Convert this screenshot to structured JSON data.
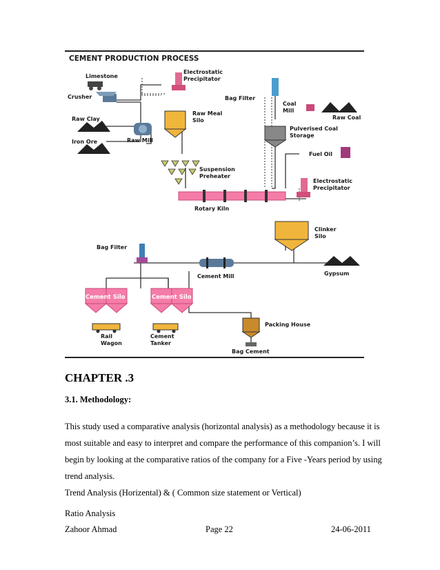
{
  "figure": {
    "title": "CEMENT PRODUCTION PROCESS",
    "labels": {
      "limestone": "Limestone",
      "crusher": "Crusher",
      "raw_clay": "Raw Clay",
      "iron_ore": "Iron Ore",
      "raw_mill": "Raw Mill",
      "esp_top_1": "Electrostatic",
      "esp_top_2": "Precipitator",
      "raw_meal_1": "Raw Meal",
      "raw_meal_2": "Silo",
      "bag_filter_top": "Bag Filter",
      "coal_mill_1": "Coal",
      "coal_mill_2": "Mill",
      "raw_coal": "Raw Coal",
      "pulv_1": "Pulverised Coal",
      "pulv_2": "Storage",
      "fuel_oil": "Fuel Oil",
      "susp_1": "Suspension",
      "susp_2": "Preheater",
      "esp_right_1": "Electrostatic",
      "esp_right_2": "Precipitator",
      "rotary_kiln": "Rotary Kiln",
      "clinker_1": "Clinker",
      "clinker_2": "Silo",
      "bag_filter_left": "Bag Filter",
      "cement_mill": "Cement Mill",
      "gypsum": "Gypsum",
      "cement_silo_a": "Cement Silo",
      "cement_silo_b": "Cement Silo",
      "packing_house": "Packing House",
      "rail_1": "Rail",
      "rail_2": "Wagon",
      "tanker_1": "Cement",
      "tanker_2": "Tanker",
      "bag_cement": "Bag Cement"
    }
  },
  "chapter": "CHAPTER .3",
  "section": "3.1. Methodology:",
  "paragraph_lines": [
    "This study used a comparative analysis (horizontal analysis) as a methodology because it is",
    "most suitable and easy to interpret and compare the performance of this companion’s. I will",
    "begin by looking at the comparative ratios of the company for a Five -Years period by using",
    "trend analysis."
  ],
  "trend_line": "Trend Analysis (Horizental) & ( Common size statement or Vertical)",
  "ratio_line": "Ratio Analysis",
  "footer": {
    "author": "Zahoor Ahmad",
    "page": "Page 22",
    "date": "24-06-2011"
  }
}
